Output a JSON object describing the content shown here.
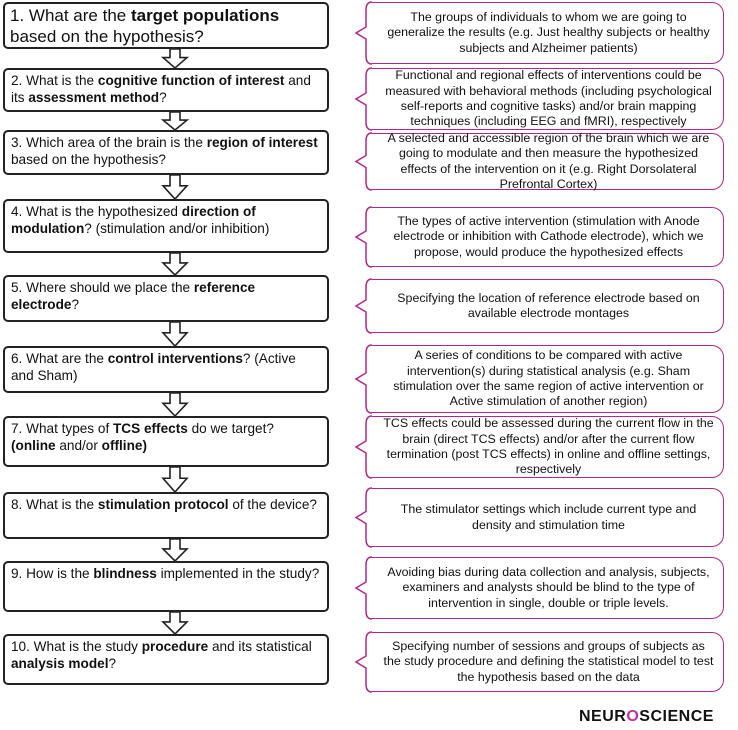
{
  "questions": [
    {
      "parts": [
        {
          "t": "1. What are the "
        },
        {
          "t": "target populations",
          "b": true
        },
        {
          "t": " based on the hypothesis?"
        }
      ]
    },
    {
      "parts": [
        {
          "t": "2. What is the "
        },
        {
          "t": "cognitive function of interest",
          "b": true
        },
        {
          "t": " and its "
        },
        {
          "t": "assessment method",
          "b": true
        },
        {
          "t": "?"
        }
      ]
    },
    {
      "parts": [
        {
          "t": "3. Which area of the brain is the "
        },
        {
          "t": "region of interest",
          "b": true
        },
        {
          "t": " based on the hypothesis?"
        }
      ]
    },
    {
      "parts": [
        {
          "t": "4. What is the hypothesized "
        },
        {
          "t": "direction of modulation",
          "b": true
        },
        {
          "t": "? (stimulation and/or inhibition)"
        }
      ]
    },
    {
      "parts": [
        {
          "t": "5. Where should we place the "
        },
        {
          "t": "reference electrode",
          "b": true
        },
        {
          "t": "?"
        }
      ]
    },
    {
      "parts": [
        {
          "t": "6. What are the "
        },
        {
          "t": "control interventions",
          "b": true
        },
        {
          "t": "? (Active and Sham)"
        }
      ]
    },
    {
      "parts": [
        {
          "t": "7. What types of "
        },
        {
          "t": "TCS effects",
          "b": true
        },
        {
          "t": " do we target? "
        },
        {
          "t": "(online",
          "b": true
        },
        {
          "t": " and/or "
        },
        {
          "t": "offline)",
          "b": true
        }
      ]
    },
    {
      "parts": [
        {
          "t": "8. What is the "
        },
        {
          "t": "stimulation protocol",
          "b": true
        },
        {
          "t": " of the device?"
        }
      ]
    },
    {
      "parts": [
        {
          "t": "9. How is the "
        },
        {
          "t": "blindness",
          "b": true
        },
        {
          "t": " implemented in the study?"
        }
      ]
    },
    {
      "parts": [
        {
          "t": "10. What is the study "
        },
        {
          "t": "procedure",
          "b": true
        },
        {
          "t": " and its statistical "
        },
        {
          "t": "analysis model",
          "b": true
        },
        {
          "t": "?"
        }
      ]
    }
  ],
  "answers": [
    "The groups of individuals to whom we are going to generalize the results (e.g. Just healthy subjects or healthy subjects and Alzheimer patients)",
    "Functional and regional effects of interventions could be measured with behavioral methods (including psychological self-reports and cognitive tasks) and/or brain mapping techniques (including EEG and fMRI), respectively",
    "A selected and accessible region of the brain which we are going to modulate and then measure the hypothesized effects of the intervention on it (e.g. Right Dorsolateral Prefrontal Cortex)",
    "The types of active intervention (stimulation with Anode electrode or inhibition with Cathode electrode), which we propose, would produce the hypothesized effects",
    "Specifying the location of reference electrode based on available electrode montages",
    "A series of conditions to be compared with active intervention(s) during statistical analysis (e.g. Sham stimulation over the same region of active intervention or Active stimulation of another region)",
    "TCS effects could be assessed during the current flow in the brain (direct TCS effects) and/or after the current flow termination (post TCS effects) in online and offline settings, respectively",
    "The stimulator settings which include current type and density and stimulation time",
    "Avoiding bias during data collection and analysis, subjects, examiners and analysts should be blind to the type of intervention in single, double or triple levels.",
    "Specifying number of sessions and groups of subjects as the study procedure and defining the statistical model to test the hypothesis based on the data"
  ],
  "logo": {
    "pre": "NEUR",
    "mark": "O",
    "post": "SCIENCE"
  },
  "colors": {
    "callout_border": "#b0268a",
    "box_border": "#222222"
  }
}
